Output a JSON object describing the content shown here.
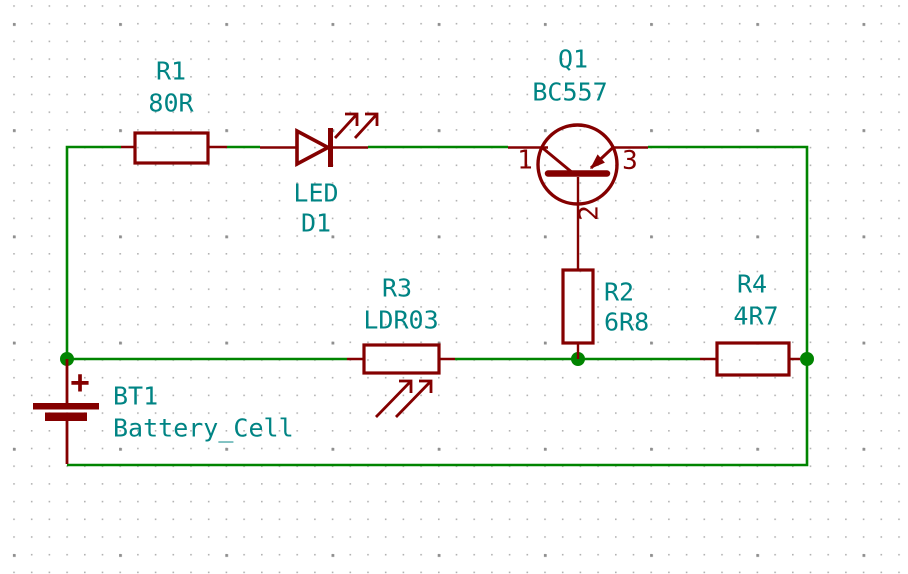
{
  "app": {
    "name": "schematic-editor-canvas",
    "description": "KiCad-style schematic of an LED darkness detector circuit"
  },
  "colors": {
    "wire": "#008400",
    "symbol_body": "#840000",
    "field_text": "#008484",
    "junction": "#008400",
    "grid_dot": "#b2b2b2",
    "grid_dot_major": "#8f8f8f",
    "background": "#ffffff"
  },
  "components": {
    "r1": {
      "ref": "R1",
      "value": "80R"
    },
    "d1": {
      "ref": "D1",
      "value": "LED"
    },
    "q1": {
      "ref": "Q1",
      "value": "BC557",
      "pin1": "1",
      "pin2": "2",
      "pin3": "3"
    },
    "r2": {
      "ref": "R2",
      "value": "6R8"
    },
    "r3": {
      "ref": "R3",
      "value": "LDR03"
    },
    "r4": {
      "ref": "R4",
      "value": "4R7"
    },
    "bt1": {
      "ref": "BT1",
      "value": "Battery_Cell",
      "polarity": "+"
    }
  }
}
